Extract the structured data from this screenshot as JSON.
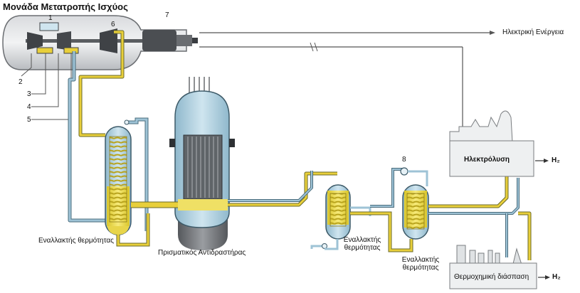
{
  "title": "Μονάδα Μετατροπής Ισχύος",
  "numbers": {
    "n1": "1",
    "n2": "2",
    "n3": "3",
    "n4": "4",
    "n5": "5",
    "n6": "6",
    "n7": "7",
    "n8": "8"
  },
  "electric_output": "Ηλεκτρική Ενέργεια",
  "electrolysis": "Ηλεκτρόλυση",
  "thermochemical": "Θερμοχημική διάσπαση",
  "h2_a": "H₂",
  "h2_b": "H₂",
  "heat_exchanger_left": "Εναλλακτής θερμότητας",
  "reactor": "Πρισματικός Αντιδραστήρας",
  "heat_exchanger_mid_line1": "Εναλλακτής",
  "heat_exchanger_mid_line2": "θερμότητας",
  "heat_exchanger_right_line1": "Εναλλακτής",
  "heat_exchanger_right_line2": "θερμότητας",
  "colors": {
    "hot_pipe": "#e8cf3a",
    "cold_pipe": "#9ec3d6",
    "vessel_fill": "#b7d6e4",
    "yellow_fill": "#f2e25a",
    "steel": "#7d8084",
    "dark_steel": "#505357"
  }
}
